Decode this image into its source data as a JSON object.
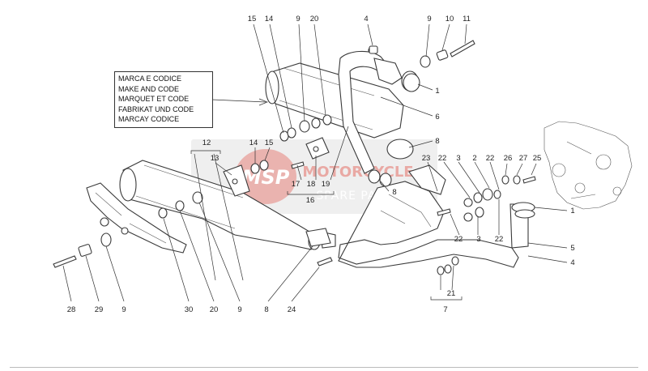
{
  "label_box": {
    "lines": [
      "MARCA E CODICE",
      "MAKE AND CODE",
      "MARQUET ET CODE",
      "FABRIKAT UND CODE",
      "MARCAY CODICE"
    ]
  },
  "watermark": {
    "brand": "MSP",
    "title": "MOTORCYCLE",
    "subtitle": "SPARE PARTS"
  },
  "part_numbers": {
    "top_15": "15",
    "top_14": "14",
    "top_9a": "9",
    "top_20": "20",
    "top_4": "4",
    "top_9b": "9",
    "top_10": "10",
    "top_11": "11",
    "n1_upper": "1",
    "n6": "6",
    "n8_upper": "8",
    "n8_mid": "8",
    "n12": "12",
    "n13": "13",
    "n14_mid": "14",
    "n15_mid": "15",
    "n17": "17",
    "n18": "18",
    "n19": "19",
    "n16": "16",
    "n23": "23",
    "n22_a": "22",
    "n3_a": "3",
    "n2": "2",
    "n22_b": "22",
    "n26": "26",
    "n27": "27",
    "n25": "25",
    "n22_c": "22",
    "n3_b": "3",
    "n22_d": "22",
    "n1_lower": "1",
    "n5": "5",
    "n4_lower": "4",
    "n21": "21",
    "n7": "7",
    "b28": "28",
    "b29": "29",
    "b9_a": "9",
    "b30": "30",
    "b20": "20",
    "b9_b": "9",
    "b8": "8",
    "b24": "24"
  },
  "colors": {
    "watermark_red": "#d8635a",
    "watermark_gray": "#9a9a9a"
  }
}
